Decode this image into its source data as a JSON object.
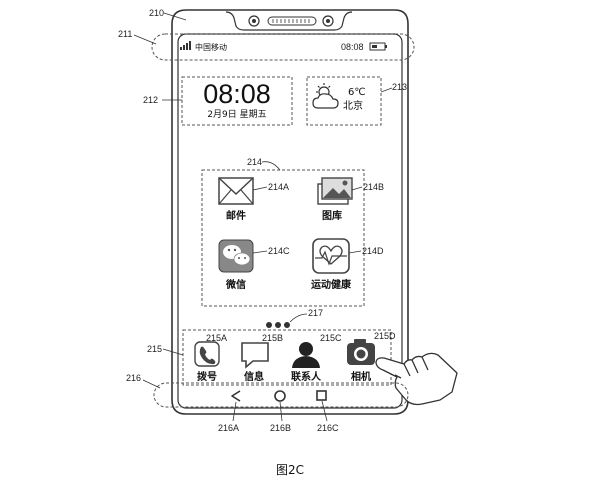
{
  "refs": {
    "phone": "210",
    "status_bar": "211",
    "clock_widget": "212",
    "weather_widget": "213",
    "app_grid": "214",
    "mail": "214A",
    "gallery": "214B",
    "wechat": "214C",
    "health": "214D",
    "dock": "215",
    "phone_app": "215A",
    "messages_app": "215B",
    "contacts_app": "215C",
    "camera_app": "215D",
    "nav_bar": "216",
    "back": "216A",
    "home": "216B",
    "recents": "216C",
    "page_dots": "217"
  },
  "status": {
    "carrier": "中国移动",
    "time": "08:08"
  },
  "clock": {
    "time": "08:08",
    "date": "2月9日 星期五"
  },
  "weather": {
    "temp": "6℃",
    "city": "北京",
    "icon": "cloud-sun-icon"
  },
  "apps": [
    {
      "label": "邮件",
      "icon": "mail-icon"
    },
    {
      "label": "图库",
      "icon": "gallery-icon"
    },
    {
      "label": "微信",
      "icon": "wechat-icon"
    },
    {
      "label": "运动健康",
      "icon": "health-icon"
    }
  ],
  "dock": [
    {
      "label": "拨号",
      "icon": "phone-icon"
    },
    {
      "label": "信息",
      "icon": "message-icon"
    },
    {
      "label": "联系人",
      "icon": "contacts-icon"
    },
    {
      "label": "相机",
      "icon": "camera-icon"
    }
  ],
  "nav": {
    "icons": [
      "back-icon",
      "home-icon",
      "recents-icon"
    ]
  },
  "page_indicator": {
    "count": 3,
    "active": 1
  },
  "caption": "图2C",
  "colors": {
    "line": "#333333",
    "icon_fill": "#777777"
  }
}
